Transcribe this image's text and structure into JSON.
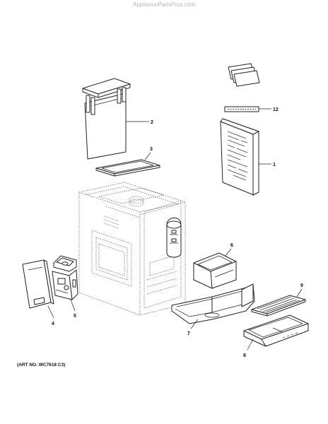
{
  "watermark": "AppliancePartsPros.com",
  "art_number": "(ART NO. WC7618 C3)",
  "callouts": {
    "c1": "1",
    "c2": "2",
    "c3": "3",
    "c4": "4",
    "c5": "5",
    "c6": "6",
    "c7": "7",
    "c8": "8",
    "c9": "9",
    "c12": "12"
  }
}
